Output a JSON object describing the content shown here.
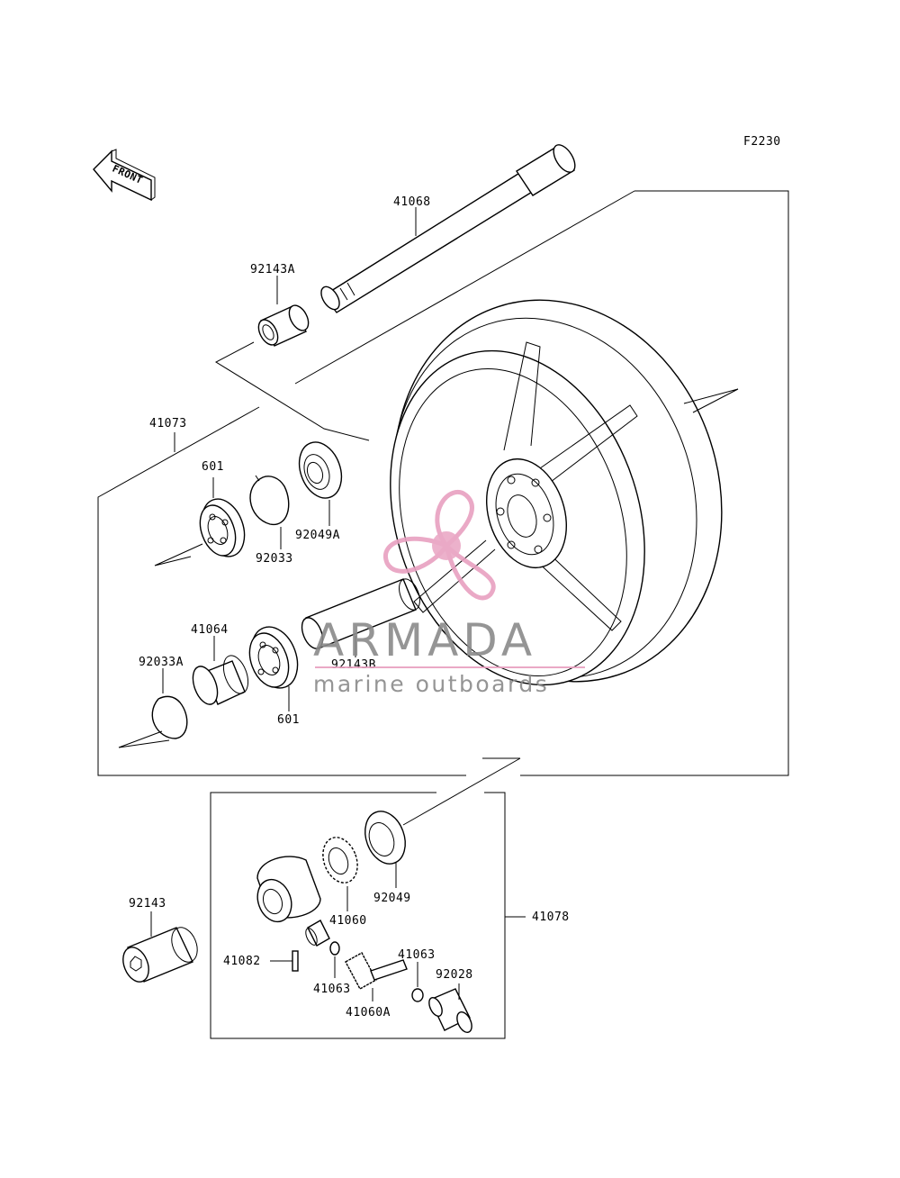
{
  "figure_code": "F2230",
  "front_arrow": "FRONT",
  "labels": {
    "p41068": "41068",
    "p92143A": "92143A",
    "p41073": "41073",
    "p601_top": "601",
    "p92033": "92033",
    "p92049A": "92049A",
    "p41064": "41064",
    "p92033A": "92033A",
    "p601_bottom": "601",
    "p92143B": "92143B",
    "p92143": "92143",
    "p92049": "92049",
    "p41060": "41060",
    "p41078": "41078",
    "p41082": "41082",
    "p41063_left": "41063",
    "p41063_right": "41063",
    "p92028": "92028",
    "p41060A": "41060A"
  },
  "watermark": {
    "brand": "ARMADA",
    "tagline": "marine outboards",
    "accent_color": "#e8a0c0",
    "text_color": "#8a8a8a"
  }
}
